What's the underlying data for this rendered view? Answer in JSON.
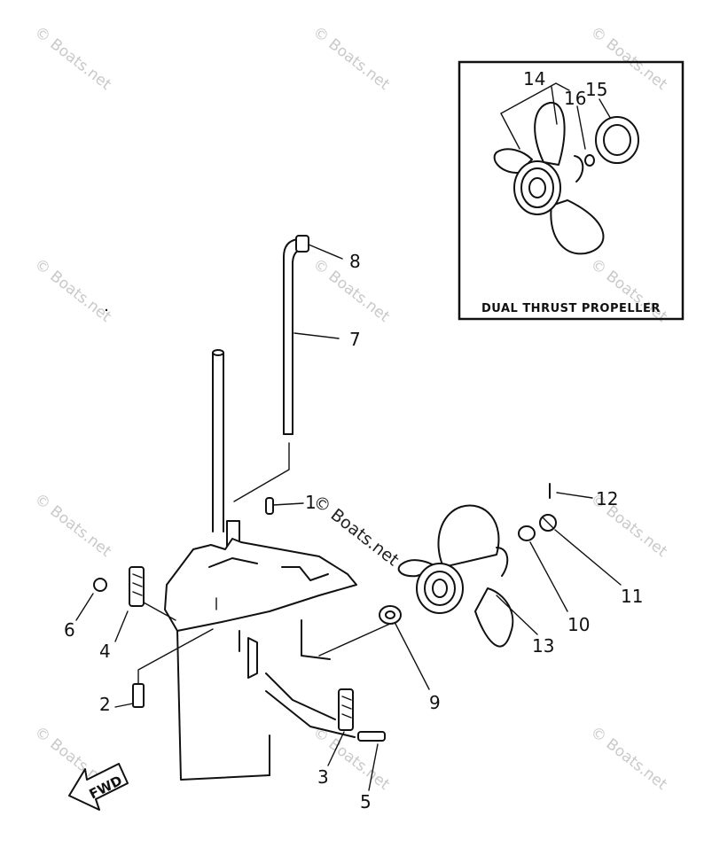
{
  "watermark_text": "© Boats.net",
  "inset": {
    "caption": "DUAL THRUST PROPELLER",
    "callouts": [
      "14",
      "16",
      "15"
    ]
  },
  "callouts": [
    "1",
    "2",
    "3",
    "4",
    "5",
    "6",
    "7",
    "8",
    "9",
    "10",
    "11",
    "12",
    "13"
  ],
  "fwd_label": "FWD"
}
